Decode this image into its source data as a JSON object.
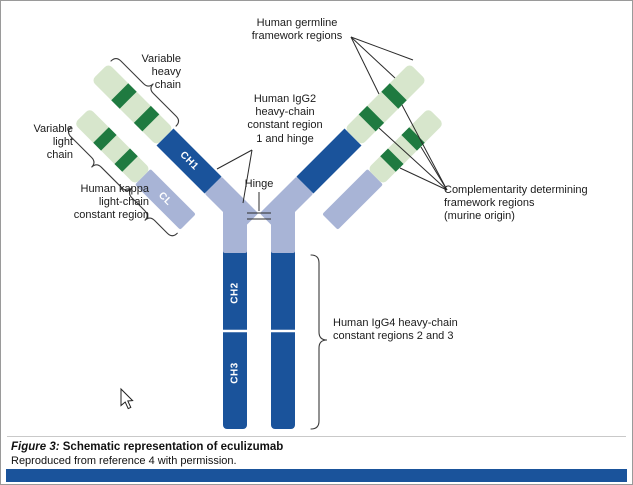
{
  "colors": {
    "dark_blue": "#1a539b",
    "light_blue": "#a8b4d6",
    "light_green": "#d7e6cc",
    "dark_green": "#1f7a40"
  },
  "labels": {
    "germline": "Human germline\nframework regions",
    "variable_heavy": "Variable\nheavy\nchain",
    "variable_light": "Variable\nlight\nchain",
    "kappa": "Human kappa\nlight-chain\nconstant region",
    "igg2": "Human IgG2\nheavy-chain\nconstant region\n1 and hinge",
    "hinge": "Hinge",
    "cdr": "Complementarity determining\nframework regions\n(murine origin)",
    "igg4": "Human IgG4 heavy-chain\nconstant regions 2 and 3"
  },
  "segments": {
    "ch1": "CH1",
    "cl": "CL",
    "ch2": "CH2",
    "ch3": "CH3"
  },
  "caption": {
    "label": "Figure 3:",
    "title": " Schematic representation of eculizumab",
    "source": "Reproduced from reference 4 with permission."
  }
}
